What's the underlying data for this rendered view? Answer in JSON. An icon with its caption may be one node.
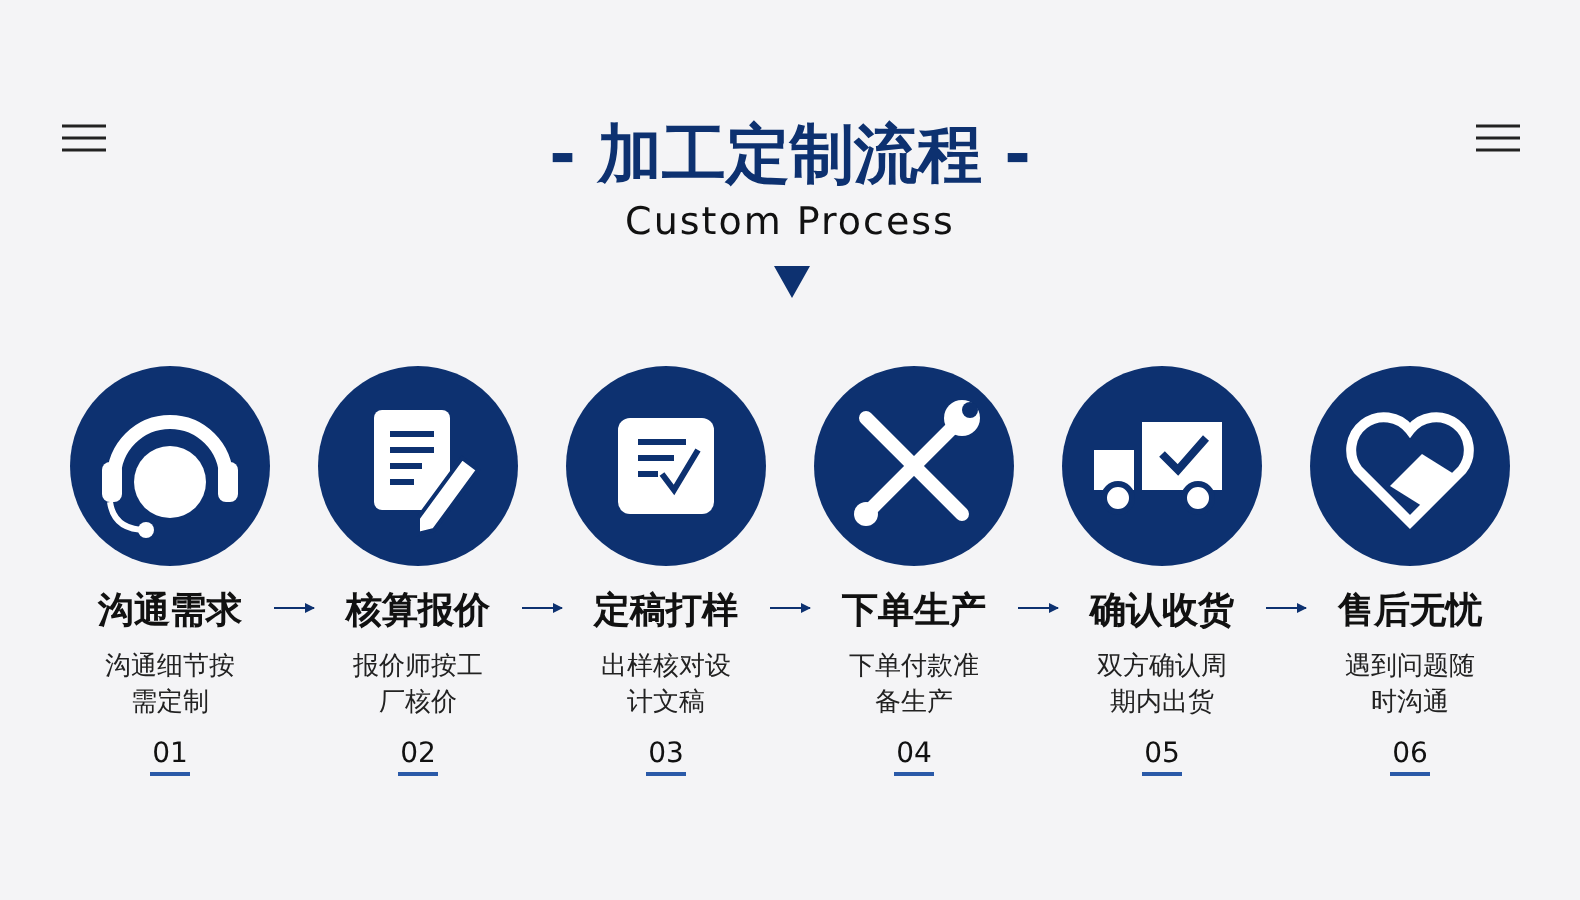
{
  "diagram": {
    "title": "- 加工定制流程 -",
    "nodes": [
      {
        "text": [
          "沟通需求",
          "沟通细节按需定制",
          "01"
        ]
      },
      {
        "text": [
          "核算报价",
          "报价师按工厂核价",
          "02"
        ]
      },
      {
        "text": [
          "定稿打样",
          "出样核对设计文稿",
          "03"
        ]
      },
      {
        "text": [
          "下单生产",
          "下单付款准备生产",
          "04"
        ]
      },
      {
        "text": [
          "确认收货",
          "双方确认周期内出货",
          "05"
        ]
      },
      {
        "text": [
          "售后无忧",
          "遇到问题随时沟通",
          "06"
        ]
      }
    ],
    "edges": [
      {
        "from": 0,
        "to": 1,
        "arrow": "to"
      },
      {
        "from": 1,
        "to": 2,
        "arrow": "to"
      },
      {
        "from": 2,
        "to": 3,
        "arrow": "to"
      },
      {
        "from": 3,
        "to": 4,
        "arrow": "to"
      },
      {
        "from": 4,
        "to": 5,
        "arrow": "to"
      }
    ],
    "labels": [
      "Custom Process"
    ]
  }
}
